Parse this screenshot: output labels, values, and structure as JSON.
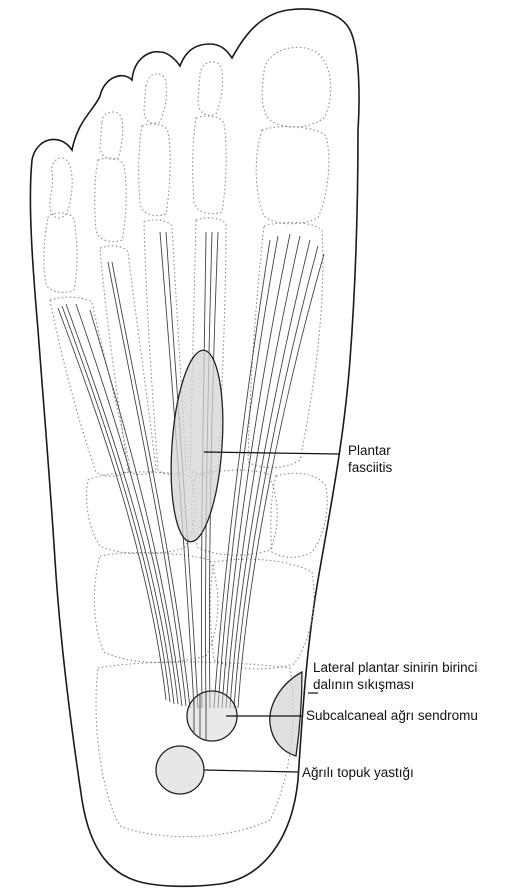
{
  "labels": {
    "plantar_fasciitis_line1": "Plantar",
    "plantar_fasciitis_line2": "fasciitis",
    "lateral_nerve_line1": "Lateral plantar sinirin birinci",
    "lateral_nerve_line2": "dalının sıkışması",
    "subcalcaneal": "Subcalcaneal ağrı sendromu",
    "heel_pad": "Ağrılı topuk yastığı"
  },
  "colors": {
    "outline": "#1a1a1a",
    "bones": "#8a8a8a",
    "fibers": "#444444",
    "zone_fill": "#d4d4d4"
  }
}
